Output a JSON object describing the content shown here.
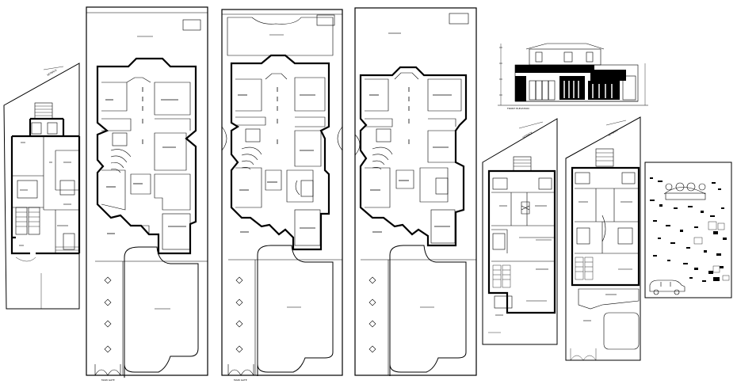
{
  "sheet": {
    "title": "",
    "background": "#ffffff",
    "ink": "#000000"
  },
  "drawings": [
    {
      "name": "ground-floor-plan",
      "type": "floor-plan"
    },
    {
      "name": "first-floor-plan",
      "type": "floor-plan"
    },
    {
      "name": "second-floor-plan",
      "type": "floor-plan"
    },
    {
      "name": "front-elevation",
      "type": "elevation"
    },
    {
      "name": "block-plan-left",
      "type": "floor-plan"
    },
    {
      "name": "block-plan-right",
      "type": "floor-plan"
    },
    {
      "name": "landscape-detail",
      "type": "site-detail"
    }
  ]
}
